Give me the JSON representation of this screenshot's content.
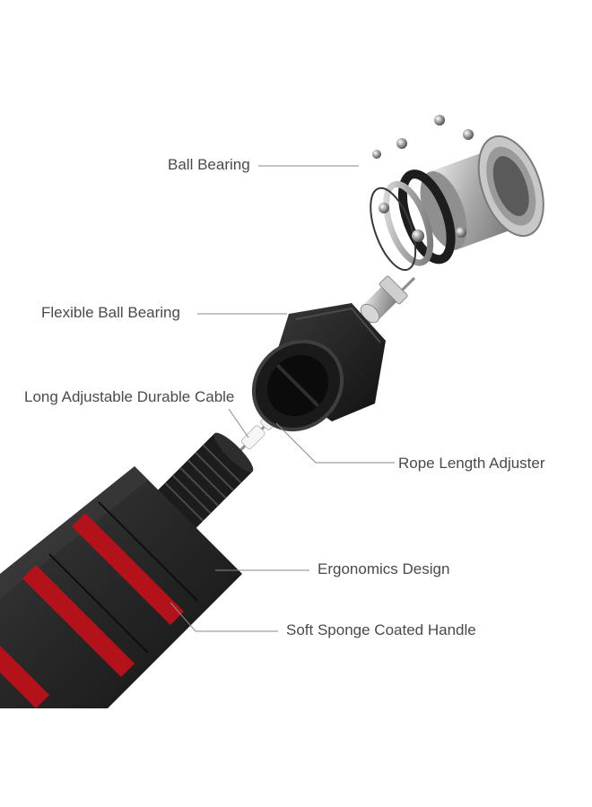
{
  "labels": {
    "ball_bearing": "Ball Bearing",
    "flexible_ball_bearing": "Flexible Ball Bearing",
    "long_cable": "Long Adjustable Durable Cable",
    "rope_length_adjuster": "Rope Length Adjuster",
    "ergonomics_design": "Ergonomics Design",
    "soft_sponge_handle": "Soft Sponge Coated Handle"
  },
  "colors": {
    "text": "#4a4a4a",
    "leader_line": "#8a8a8a",
    "foam": "#2a2a2a",
    "accent_ring": "#b3121b",
    "metal": "#b5b5b5"
  }
}
